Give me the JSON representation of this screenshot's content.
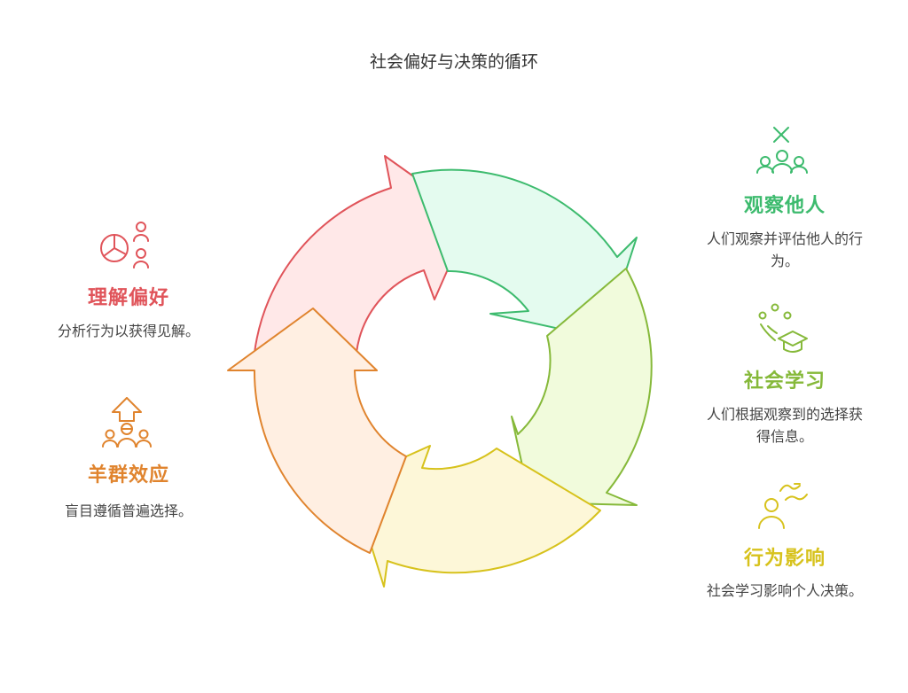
{
  "title": "社会偏好与决策的循环",
  "stages": {
    "observe": {
      "heading": "观察他人",
      "desc": "人们观察并评估他人的行为。",
      "color": "#3dbb6e",
      "icon": "observe-people-icon"
    },
    "learn": {
      "heading": "社会学习",
      "desc": "人们根据观察到的选择获得信息。",
      "color": "#86b93a",
      "icon": "learning-icon"
    },
    "influence": {
      "heading": "行为影响",
      "desc": "社会学习影响个人决策。",
      "color": "#d7c21c",
      "icon": "person-influence-icon"
    },
    "herd": {
      "heading": "羊群效应",
      "desc": "盲目遵循普遍选择。",
      "color": "#e0842e",
      "icon": "herd-icon"
    },
    "understand": {
      "heading": "理解偏好",
      "desc": "分析行为以获得见解。",
      "color": "#e0545a",
      "icon": "pie-chart-people-icon"
    }
  }
}
